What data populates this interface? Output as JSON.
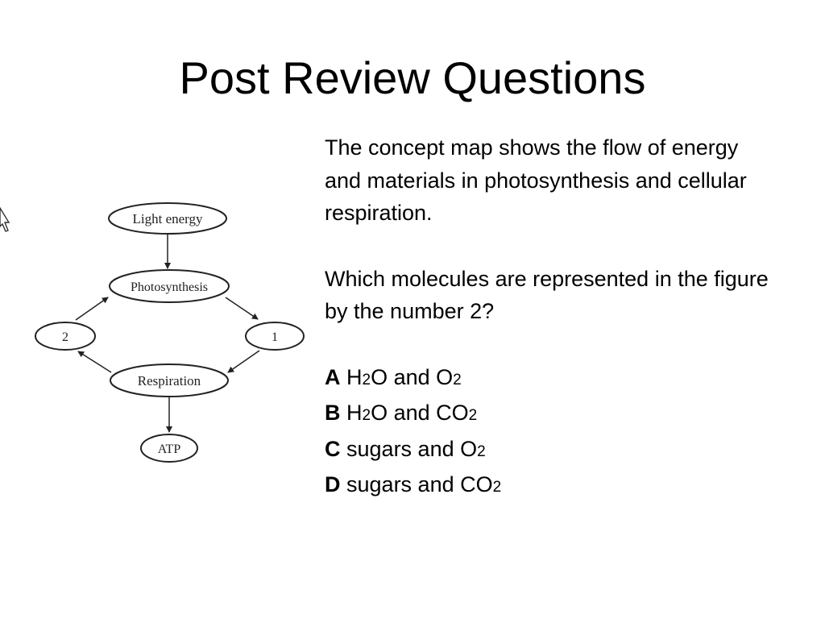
{
  "slide": {
    "title": "Post Review Questions"
  },
  "diagram": {
    "nodes": {
      "light_energy": "Light energy",
      "photosynthesis": "Photosynthesis",
      "respiration": "Respiration",
      "atp": "ATP",
      "unknown_1": "1",
      "unknown_2": "2"
    },
    "line_color": "#222222"
  },
  "question": {
    "paragraph1": "The concept map shows the flow of energy and materials in photosynthesis and cellular respiration.",
    "paragraph2": "Which molecules are represented in the figure by the number 2?",
    "choices": [
      {
        "letter": "A",
        "p1": "H",
        "s1": "2",
        "p2": "O and O",
        "s2": "2"
      },
      {
        "letter": "B",
        "p1": "H",
        "s1": "2",
        "p2": "O and CO",
        "s2": "2"
      },
      {
        "letter": "C",
        "p1": "sugars and O",
        "s1": "2"
      },
      {
        "letter": "D",
        "p1": "sugars and CO",
        "s1": "2"
      }
    ]
  },
  "icons": {
    "cursor": "mouse-pointer-icon"
  }
}
